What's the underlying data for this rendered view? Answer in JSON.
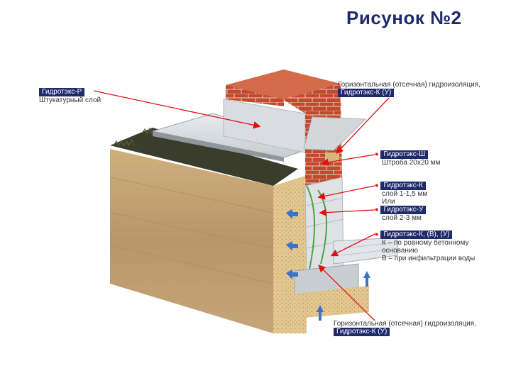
{
  "title": "Рисунок №2",
  "labels": {
    "plaster": {
      "tag": "Гидротэкс-Р",
      "text": "Штукатурный слой"
    },
    "horiz_top": {
      "text": "Горизонтальная (отсечная) гидроизоляция,",
      "tag": "Гидротэкс-К (У)"
    },
    "sh": {
      "tag": "Гидротэкс-Ш",
      "text": "Штроба 20х20 мм"
    },
    "k": {
      "tag": "Гидротэкс-К",
      "lines": [
        "слой 1-1,5 мм",
        "Или"
      ]
    },
    "u": {
      "tag": "Гидротэкс-У",
      "text": "слой 2-3 мм"
    },
    "kvu": {
      "tag": "Гидротэкс-К, (В), (У)",
      "lines": [
        "К – по ровному бетонному",
        "основанию",
        "В – при инфильтрации воды"
      ]
    },
    "horiz_bottom": {
      "text": "Горизонтальная (отсечная) гидроизоляция,",
      "tag": "Гидротэкс-К (У)"
    }
  },
  "colors": {
    "accent": "#1f2a6b",
    "leader": "#e01010",
    "brick": "#c0462b",
    "soil": "#d8b77a",
    "earth": "#b49466",
    "grass": "#3b3f2a",
    "arrow": "#3a73c8"
  }
}
